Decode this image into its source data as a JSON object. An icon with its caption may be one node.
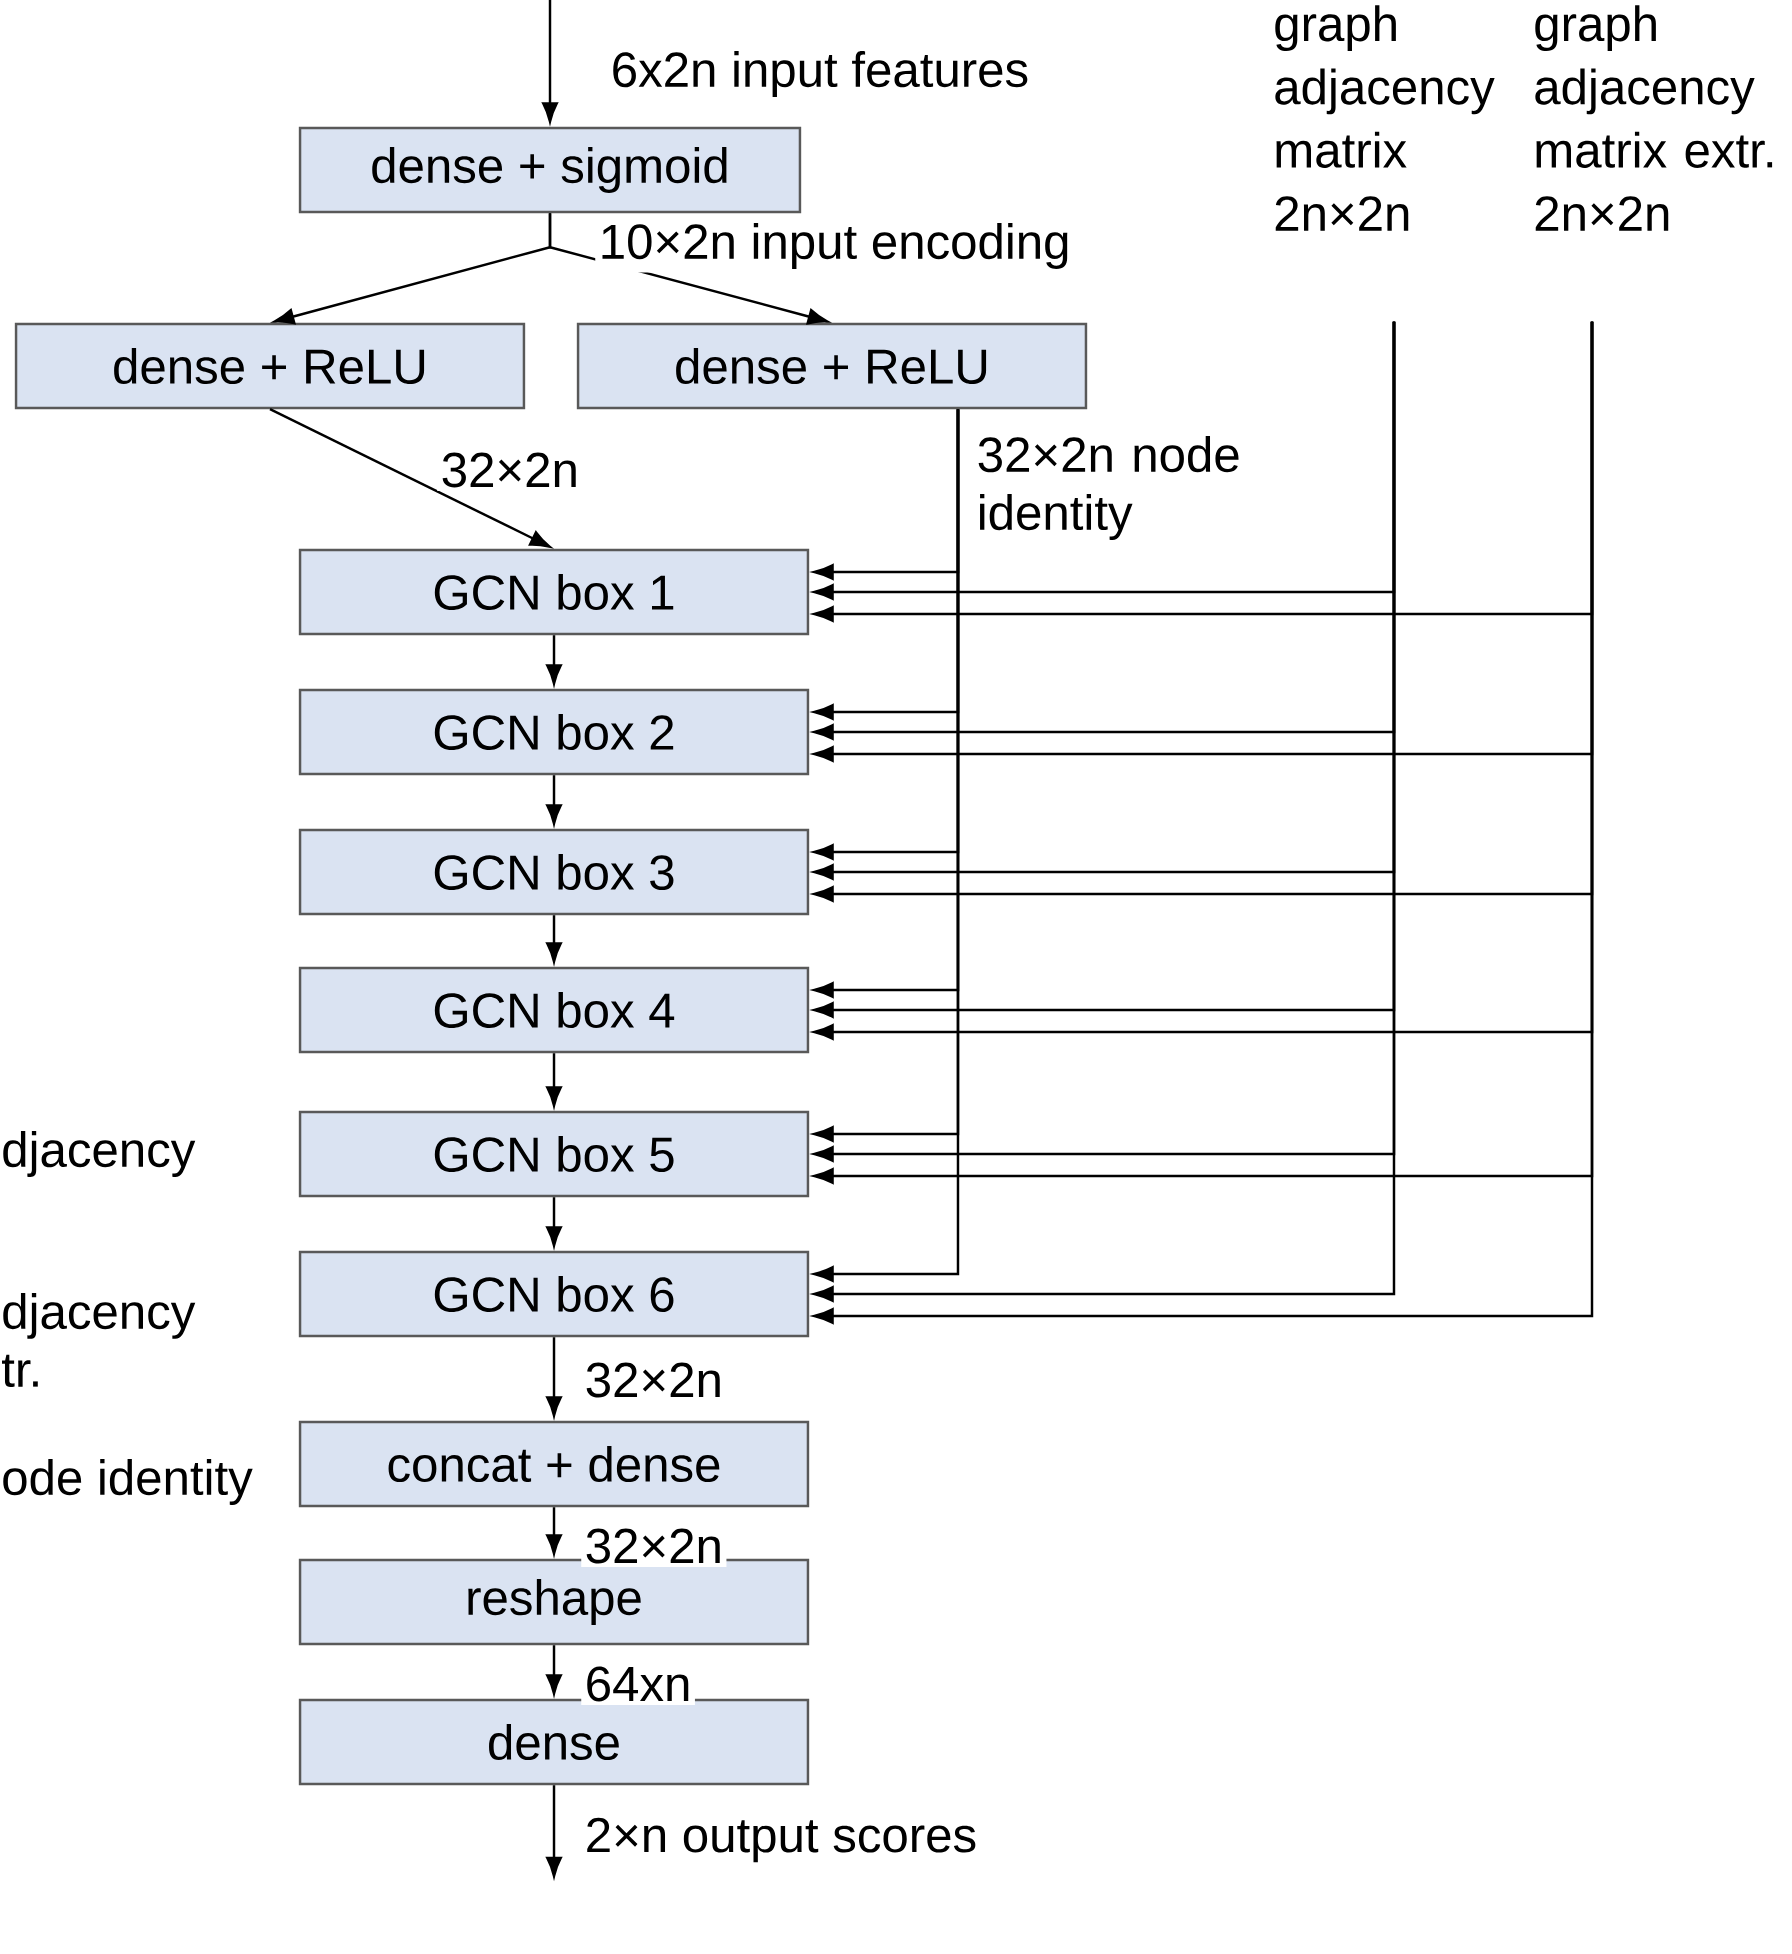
{
  "diagram": {
    "nodes": [
      {
        "text": [
          "dense + sigmoid"
        ]
      },
      {
        "text": [
          "dense + ReLU"
        ]
      },
      {
        "text": [
          "dense + ReLU"
        ]
      },
      {
        "text": [
          "GCN box 1"
        ]
      },
      {
        "text": [
          "GCN box 2"
        ]
      },
      {
        "text": [
          "GCN box 3"
        ]
      },
      {
        "text": [
          "GCN box 4"
        ]
      },
      {
        "text": [
          "GCN box 5"
        ]
      },
      {
        "text": [
          "GCN box 6"
        ]
      },
      {
        "text": [
          "concat + dense"
        ]
      },
      {
        "text": [
          "reshape"
        ]
      },
      {
        "text": [
          "dense"
        ]
      },
      {
        "text": [
          "graph adjacency matrix 2n×2n"
        ]
      },
      {
        "text": [
          "graph adjacency matrix extr. 2n×2n"
        ]
      }
    ],
    "edges": [
      {
        "from": null,
        "to": 0,
        "arrow": "to",
        "label": "6x2n input features"
      },
      {
        "from": 0,
        "to": 1,
        "arrow": "to",
        "label": "10×2n input encoding"
      },
      {
        "from": 0,
        "to": 2,
        "arrow": "to"
      },
      {
        "from": 1,
        "to": 3,
        "arrow": "to",
        "label": "32×2n"
      },
      {
        "from": 2,
        "to": 3,
        "arrow": "to",
        "label": "32×2n node identity"
      },
      {
        "from": 2,
        "to": 4,
        "arrow": "to"
      },
      {
        "from": 2,
        "to": 5,
        "arrow": "to"
      },
      {
        "from": 2,
        "to": 6,
        "arrow": "to"
      },
      {
        "from": 2,
        "to": 7,
        "arrow": "to"
      },
      {
        "from": 2,
        "to": 8,
        "arrow": "to"
      },
      {
        "from": 12,
        "to": 3,
        "arrow": "to"
      },
      {
        "from": 12,
        "to": 4,
        "arrow": "to"
      },
      {
        "from": 12,
        "to": 5,
        "arrow": "to"
      },
      {
        "from": 12,
        "to": 6,
        "arrow": "to"
      },
      {
        "from": 12,
        "to": 7,
        "arrow": "to"
      },
      {
        "from": 12,
        "to": 8,
        "arrow": "to"
      },
      {
        "from": 13,
        "to": 3,
        "arrow": "to"
      },
      {
        "from": 13,
        "to": 4,
        "arrow": "to"
      },
      {
        "from": 13,
        "to": 5,
        "arrow": "to"
      },
      {
        "from": 13,
        "to": 6,
        "arrow": "to"
      },
      {
        "from": 13,
        "to": 7,
        "arrow": "to"
      },
      {
        "from": 13,
        "to": 8,
        "arrow": "to"
      },
      {
        "from": 3,
        "to": 4,
        "arrow": "to"
      },
      {
        "from": 4,
        "to": 5,
        "arrow": "to"
      },
      {
        "from": 5,
        "to": 6,
        "arrow": "to"
      },
      {
        "from": 6,
        "to": 7,
        "arrow": "to"
      },
      {
        "from": 7,
        "to": 8,
        "arrow": "to"
      },
      {
        "from": 8,
        "to": 9,
        "arrow": "to",
        "label": "32×2n"
      },
      {
        "from": 9,
        "to": 10,
        "arrow": "to",
        "label": "32×2n"
      },
      {
        "from": 10,
        "to": 11,
        "arrow": "to",
        "label": "64xn"
      },
      {
        "from": 11,
        "to": null,
        "arrow": "to",
        "label": "2×n output scores"
      }
    ],
    "labels": [
      "djacency",
      "djacency tr.",
      "ode identity"
    ]
  }
}
